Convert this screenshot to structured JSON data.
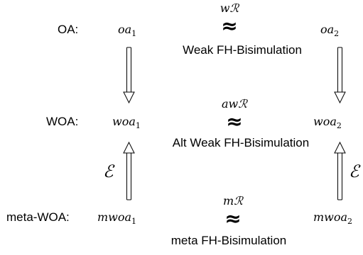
{
  "rows": [
    {
      "label": "OA:",
      "left": {
        "base": "oa",
        "sub": "1"
      },
      "right": {
        "base": "oa",
        "sub": "2"
      },
      "relation": "wℛ",
      "approx": "≈",
      "caption": "Weak FH-Bisimulation"
    },
    {
      "label": "WOA:",
      "left": {
        "base": "woa",
        "sub": "1"
      },
      "right": {
        "base": "woa",
        "sub": "2"
      },
      "relation": "awℛ",
      "approx": "≈",
      "caption": "Alt Weak FH-Bisimulation"
    },
    {
      "label": "meta-WOA:",
      "left": {
        "base": "mwoa",
        "sub": "1"
      },
      "right": {
        "base": "mwoa",
        "sub": "2"
      },
      "relation": "mℛ",
      "approx": "≈",
      "caption": "meta FH-Bisimulation"
    }
  ],
  "epsilon_left": "ℰ",
  "epsilon_right": "ℰ",
  "arrows": [
    {
      "from": "oa1",
      "to": "woa1",
      "direction": "down"
    },
    {
      "from": "oa2",
      "to": "woa2",
      "direction": "down"
    },
    {
      "from": "mwoa1",
      "to": "woa1",
      "direction": "up"
    },
    {
      "from": "mwoa2",
      "to": "woa2",
      "direction": "up"
    }
  ]
}
